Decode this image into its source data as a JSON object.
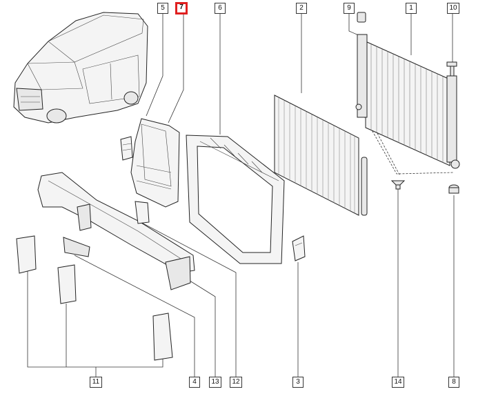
{
  "callouts": {
    "c1": "1",
    "c2": "2",
    "c3": "3",
    "c4": "4",
    "c5": "5",
    "c6": "6",
    "c7": "7",
    "c8": "8",
    "c9": "9",
    "c10": "10",
    "c11": "11",
    "c12": "12",
    "c13": "13",
    "c14": "14"
  },
  "highlight": "7",
  "colors": {
    "highlight": "#e02020",
    "line": "#333333"
  }
}
